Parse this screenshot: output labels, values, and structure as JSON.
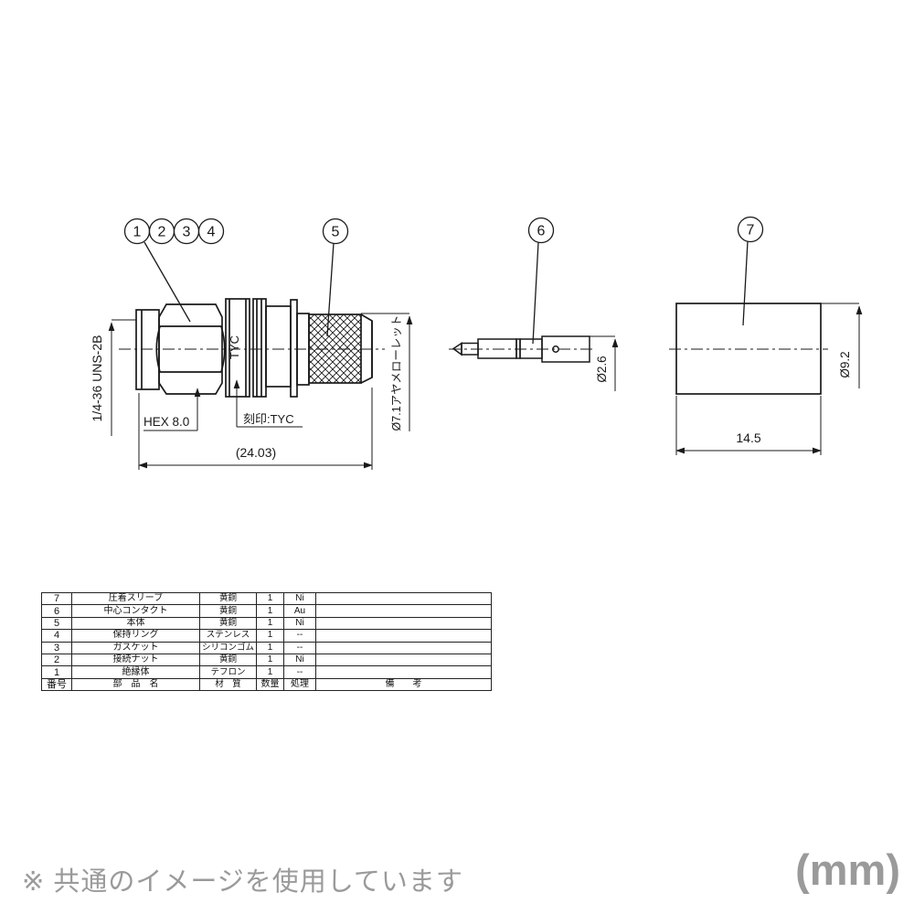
{
  "drawing": {
    "balloons": {
      "b1": "1",
      "b2": "2",
      "b3": "3",
      "b4": "4",
      "b5": "5",
      "b6": "6",
      "b7": "7"
    },
    "labels": {
      "thread_spec": "1/4-36 UNS-2B",
      "hex_size": "HEX 8.0",
      "marking_note": "刻印:TYC",
      "marking_on_part": "TYC",
      "overall_length": "(24.03)",
      "knurl_dia": "Ø7.1アヤメローレット",
      "contact_dia": "Ø2.6",
      "sleeve_dia": "Ø9.2",
      "sleeve_length": "14.5"
    }
  },
  "table": {
    "headers": {
      "no": "番号",
      "name": "部　品　名",
      "material": "材　質",
      "qty": "数量",
      "finish": "処理",
      "remarks": "備　　考"
    },
    "rows": [
      {
        "no": "7",
        "name": "圧着スリーブ",
        "material": "黄銅",
        "qty": "1",
        "finish": "Ni",
        "remarks": ""
      },
      {
        "no": "6",
        "name": "中心コンタクト",
        "material": "黄銅",
        "qty": "1",
        "finish": "Au",
        "remarks": ""
      },
      {
        "no": "5",
        "name": "本体",
        "material": "黄銅",
        "qty": "1",
        "finish": "Ni",
        "remarks": ""
      },
      {
        "no": "4",
        "name": "保持リング",
        "material": "ステンレス",
        "qty": "1",
        "finish": "--",
        "remarks": ""
      },
      {
        "no": "3",
        "name": "ガスケット",
        "material": "シリコンゴム",
        "qty": "1",
        "finish": "--",
        "remarks": ""
      },
      {
        "no": "2",
        "name": "接続ナット",
        "material": "黄銅",
        "qty": "1",
        "finish": "Ni",
        "remarks": ""
      },
      {
        "no": "1",
        "name": "絶縁体",
        "material": "テフロン",
        "qty": "1",
        "finish": "--",
        "remarks": ""
      }
    ]
  },
  "footer": {
    "note": "※ 共通のイメージを使用しています",
    "unit": "(mm)"
  },
  "colors": {
    "line": "#1a1a1a",
    "muted": "#9a9a9a",
    "background": "#ffffff"
  }
}
